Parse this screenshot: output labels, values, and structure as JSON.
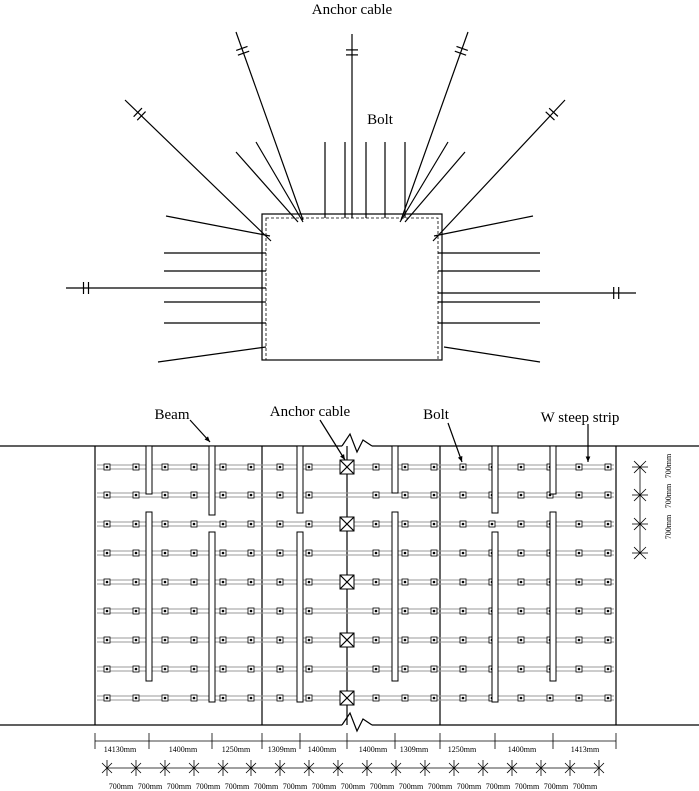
{
  "section": {
    "labels": {
      "anchor_cable": "Anchor cable",
      "bolt": "Bolt"
    }
  },
  "plan": {
    "labels": {
      "beam": "Beam",
      "anchor_cable": "Anchor cable",
      "bolt": "Bolt",
      "w_steel_strip": "W steep strip"
    },
    "row_spacing": [
      "700mm",
      "700mm",
      "700mm"
    ],
    "segment_dims": [
      "14130mm",
      "1400mm",
      "1250mm",
      "1309mm",
      "1400mm",
      "1400mm",
      "1309mm",
      "1250mm",
      "1400mm",
      "1413mm"
    ],
    "bolt_spacing_dims": [
      "700mm",
      "700mm",
      "700mm",
      "700mm",
      "700mm",
      "700mm",
      "700mm",
      "700mm",
      "700mm",
      "700mm",
      "700mm",
      "700mm",
      "700mm",
      "700mm",
      "700mm",
      "700mm",
      "700mm"
    ]
  },
  "colors": {
    "line": "#000000",
    "strip": "#9a9a9a"
  }
}
